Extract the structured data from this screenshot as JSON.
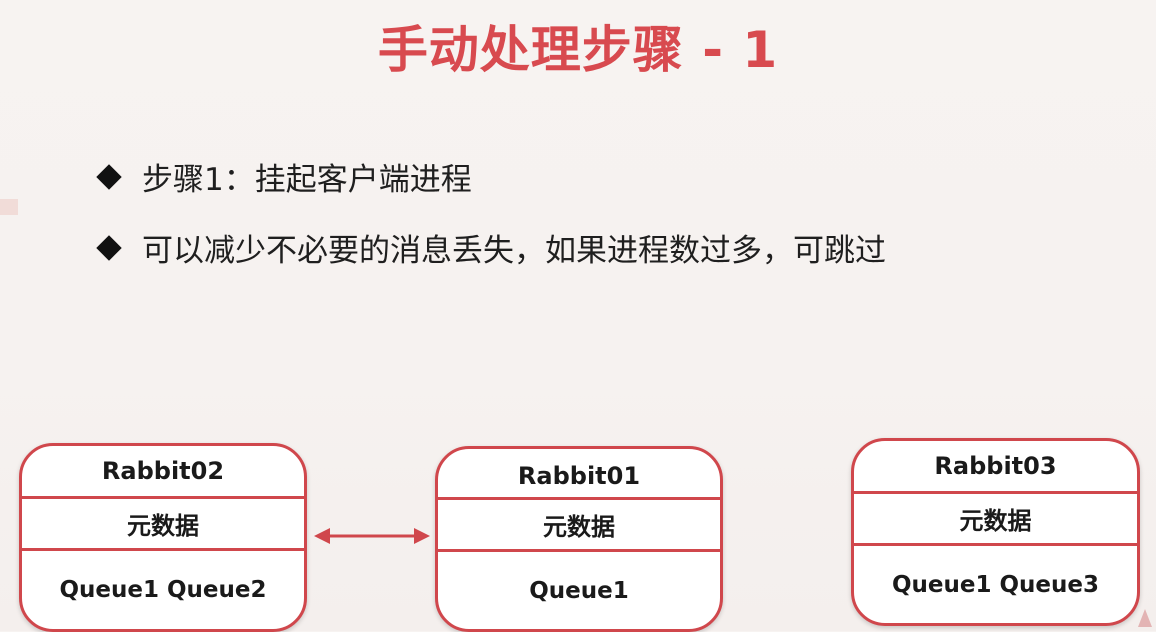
{
  "title": "手动处理步骤 - 1",
  "bullets": [
    "步骤1：挂起客户端进程",
    "可以减少不必要的消息丢失，如果进程数过多，可跳过"
  ],
  "nodes": [
    {
      "name": "Rabbit02",
      "meta": "元数据",
      "queues": "Queue1 Queue2"
    },
    {
      "name": "Rabbit01",
      "meta": "元数据",
      "queues": "Queue1"
    },
    {
      "name": "Rabbit03",
      "meta": "元数据",
      "queues": "Queue1 Queue3"
    }
  ],
  "colors": {
    "accent": "#d84a4f",
    "node_border": "#d0474c",
    "text": "#1a1a1a",
    "background": "#f6f2f0"
  },
  "icons": {
    "bullet": "diamond-icon",
    "link": "double-arrow-icon"
  }
}
